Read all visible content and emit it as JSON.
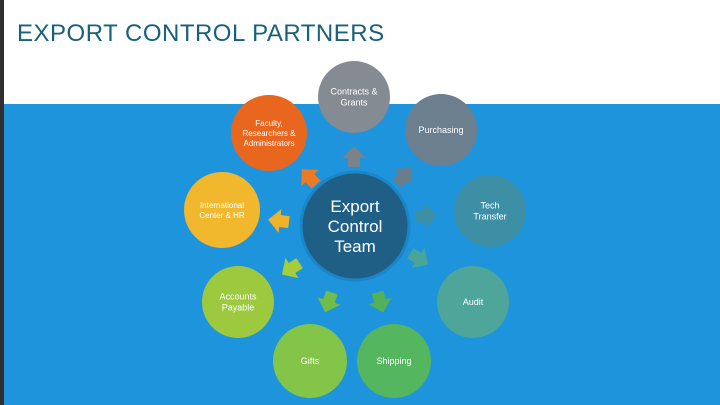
{
  "slide": {
    "title": "EXPORT CONTROL PARTNERS"
  },
  "center": {
    "label_lines": [
      "Export",
      "Control",
      "Team"
    ],
    "color": "#1f5f86",
    "border": "#1a86c8"
  },
  "nodes": [
    {
      "id": "contracts-grants",
      "label_lines": [
        "Contracts &",
        "Grants"
      ],
      "color": "#858b92",
      "arrow_color": "#7b8288"
    },
    {
      "id": "purchasing",
      "label_lines": [
        "Purchasing"
      ],
      "color": "#6c7f8e",
      "arrow_color": "#6a7d8b"
    },
    {
      "id": "tech-transfer",
      "label_lines": [
        "Tech",
        "Transfer"
      ],
      "color": "#3c8fa5",
      "arrow_color": "#3f8fa3"
    },
    {
      "id": "audit",
      "label_lines": [
        "Audit"
      ],
      "color": "#4ea599",
      "arrow_color": "#4aa598"
    },
    {
      "id": "shipping",
      "label_lines": [
        "Shipping"
      ],
      "color": "#54b65e",
      "arrow_color": "#52b25a"
    },
    {
      "id": "gifts",
      "label_lines": [
        "Gifts"
      ],
      "color": "#82c548",
      "arrow_color": "#70bd4c"
    },
    {
      "id": "accounts-payable",
      "label_lines": [
        "Accounts",
        "Payable"
      ],
      "color": "#9cc93e",
      "arrow_color": "#a5cd3a"
    },
    {
      "id": "international-center-hr",
      "label_lines": [
        "International",
        "Center & HR"
      ],
      "color": "#f1b82d",
      "arrow_color": "#eeb32a"
    },
    {
      "id": "faculty-researchers-administrators",
      "label_lines": [
        "Faculty,",
        "Researchers &",
        "Administrators"
      ],
      "color": "#e8661e",
      "arrow_color": "#ea7a23"
    }
  ]
}
